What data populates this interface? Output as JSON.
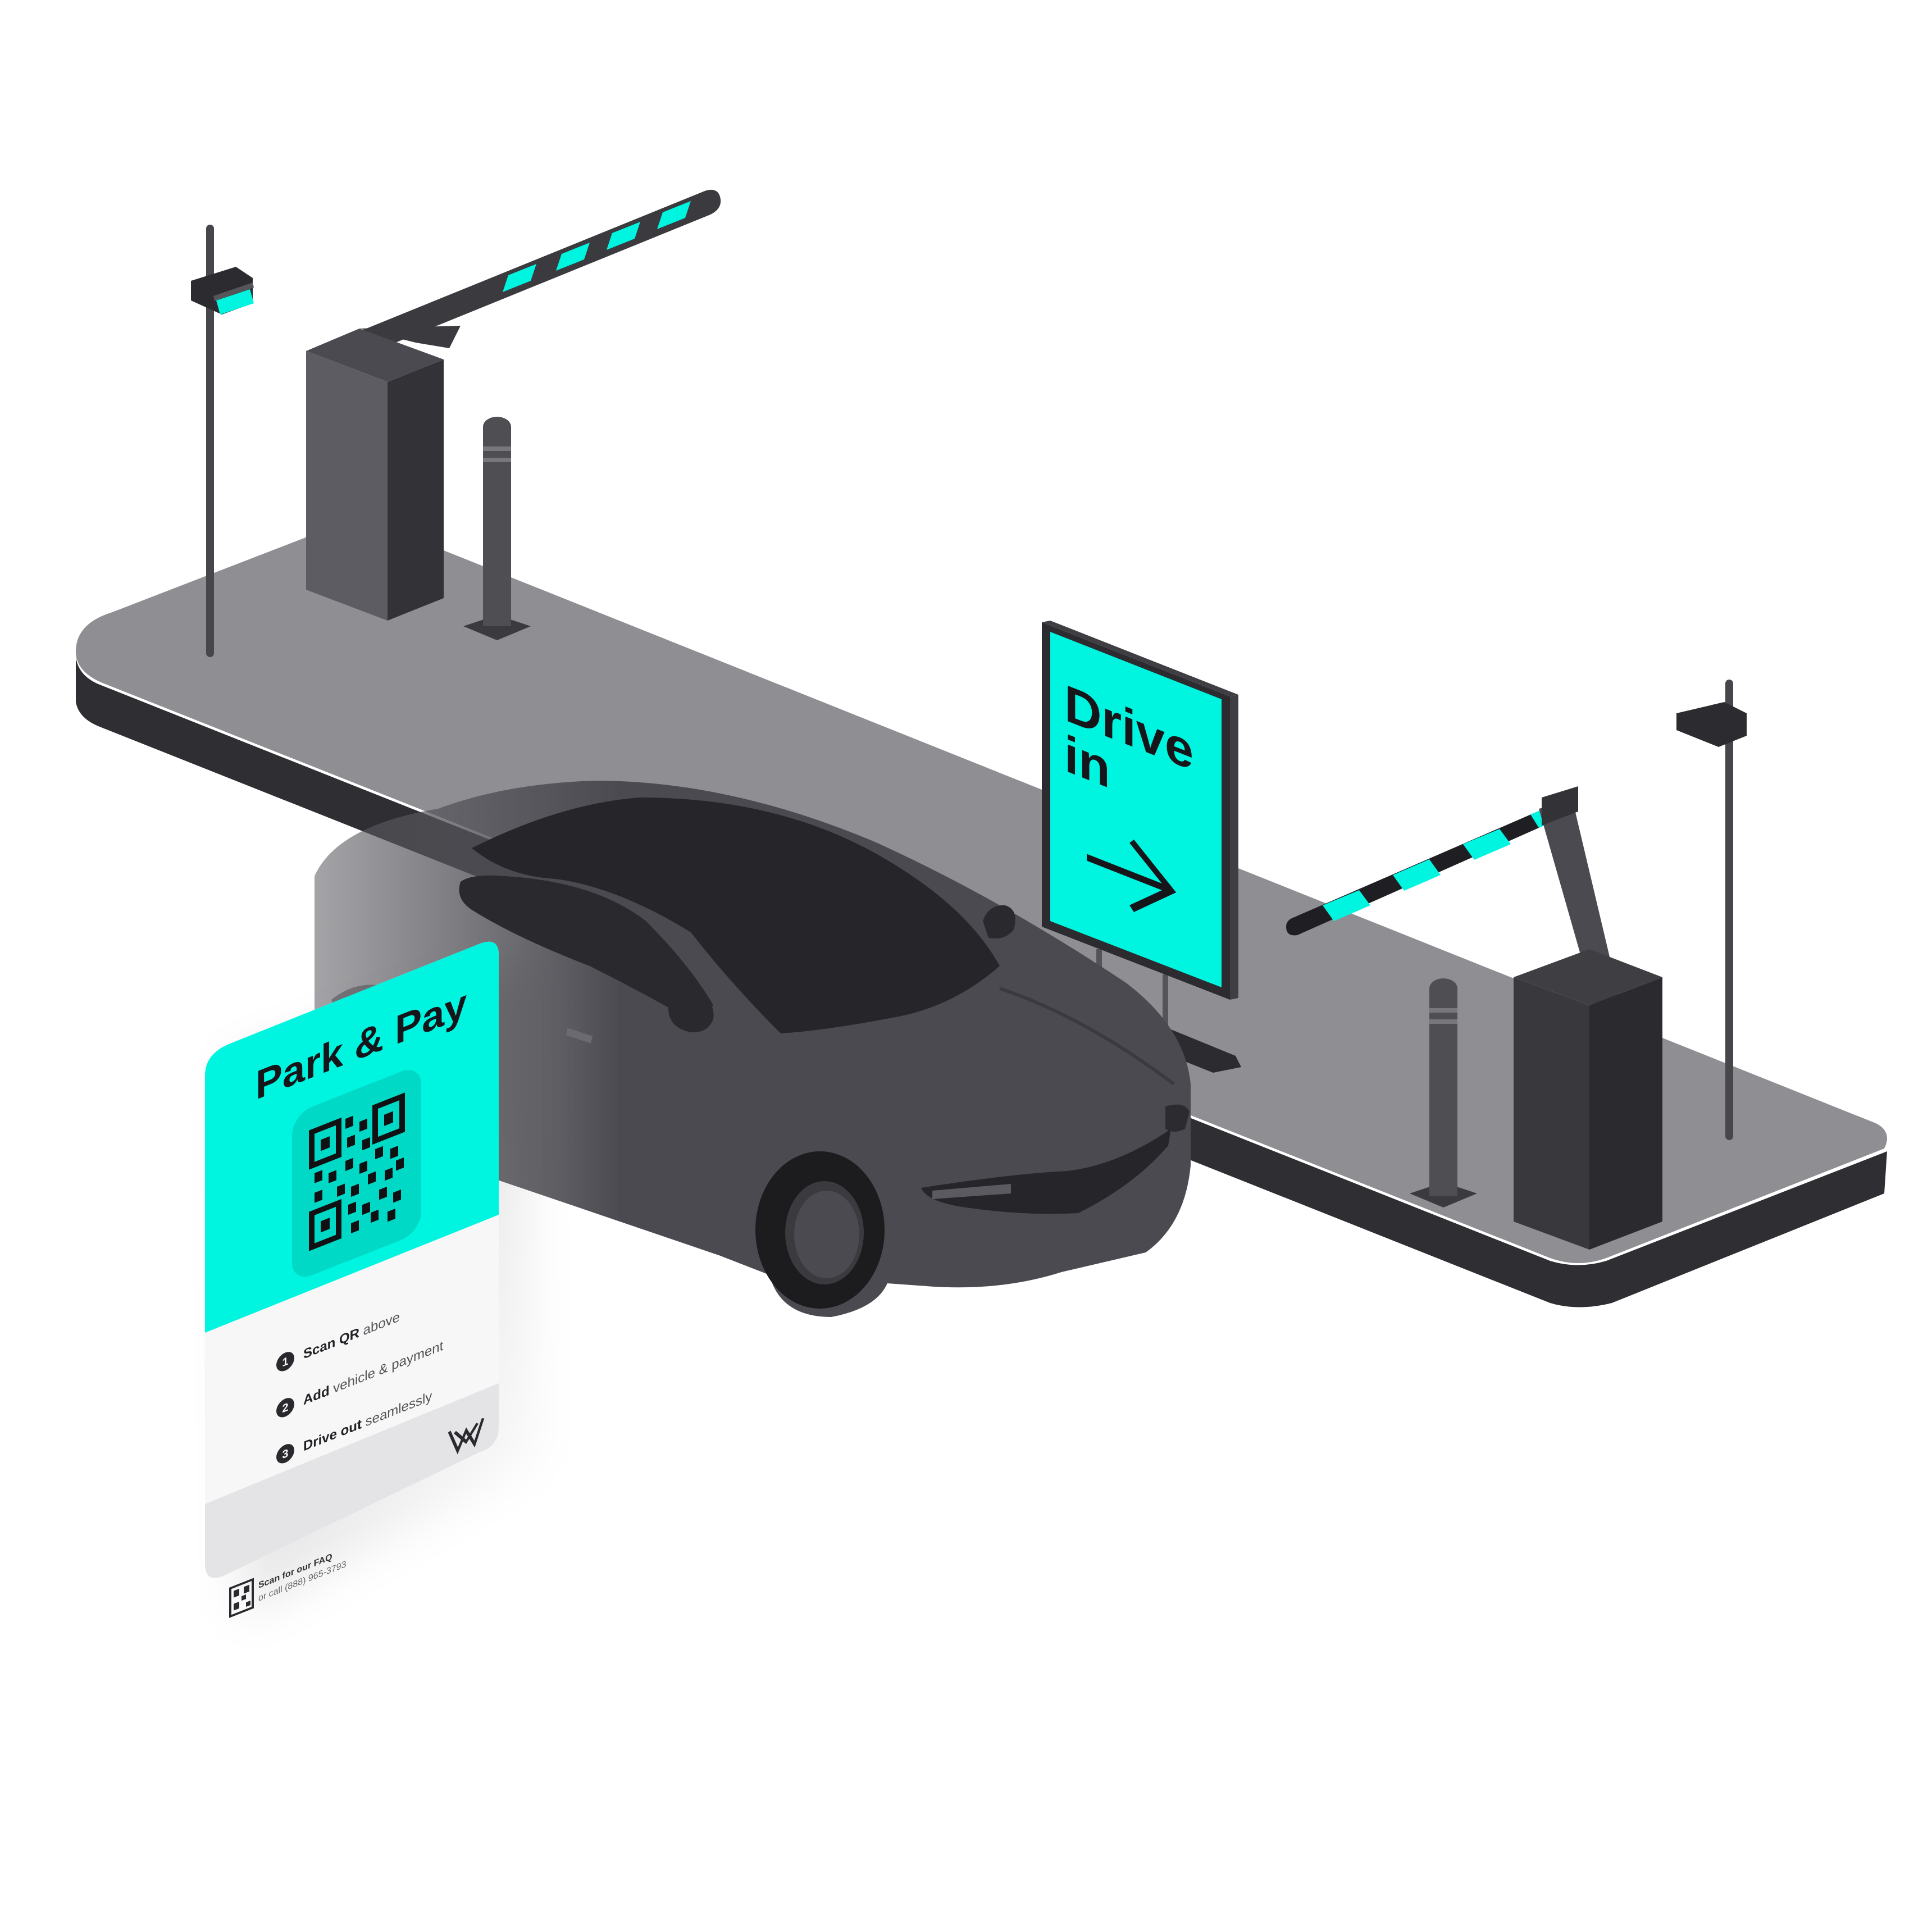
{
  "colors": {
    "accent": "#00f5e0",
    "platform_top": "#8e8e93",
    "platform_side": "#2f2f33",
    "car_body": "#4a4a50",
    "car_dark": "#26262a",
    "booth_front": "#5c5c62",
    "booth_side": "#333337",
    "pole": "#4a4a4f"
  },
  "drive_sign": {
    "line1": "Drive",
    "line2": "in",
    "arrow_icon": "arrow-right-icon"
  },
  "park_card": {
    "title": "Park & Pay",
    "qr_icon": "qr-code-icon",
    "steps": [
      {
        "number": "1",
        "bold": "Scan QR",
        "rest": " above"
      },
      {
        "number": "2",
        "bold": "Add",
        "rest": " vehicle & payment"
      },
      {
        "number": "3",
        "bold": "Drive out",
        "rest": " seamlessly"
      }
    ],
    "logo_icon": "brand-logo-icon",
    "faq_bold": "Scan for our FAQ",
    "faq_rest": "or call (888) 965-3793",
    "faq_qr_icon": "small-qr-code-icon"
  }
}
